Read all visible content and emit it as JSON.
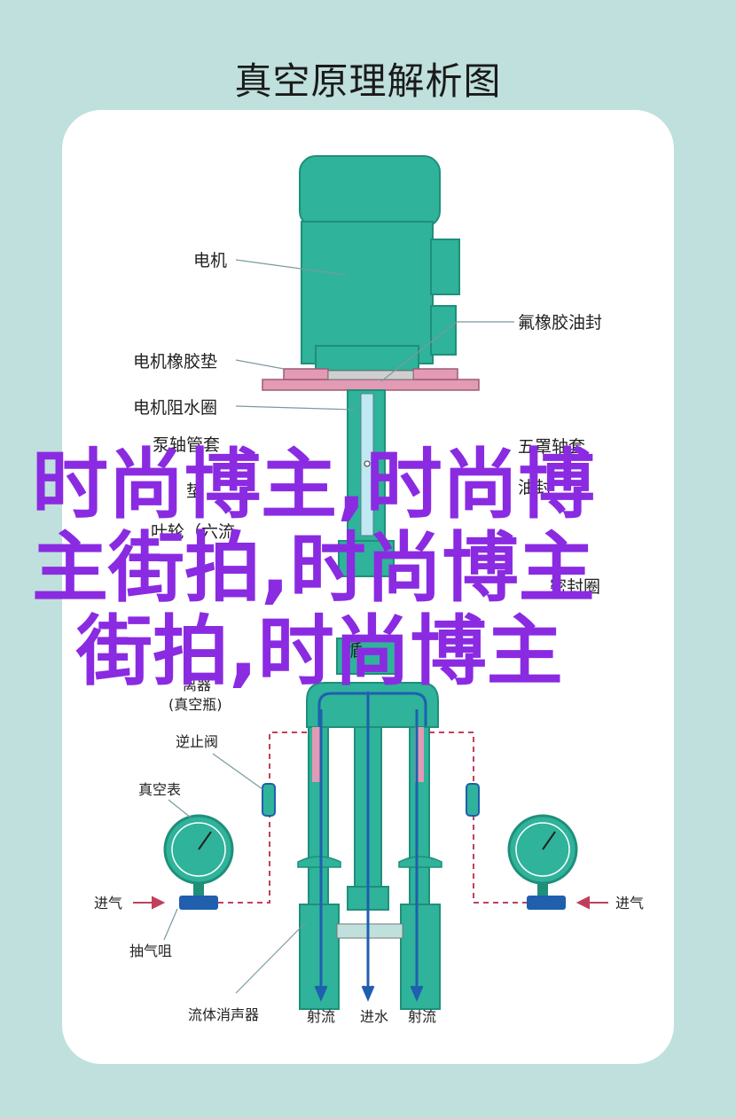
{
  "title": "真空原理解析图",
  "labels": {
    "motor": "电机",
    "fluoro_seal": "氟橡胶油封",
    "motor_gasket": "电机橡胶垫",
    "motor_water_ring": "电机阻水圈",
    "pump_shaft_sleeve": "泵轴管套",
    "gasket": "垫",
    "impeller": "叶轮（六流",
    "five_shaft": "五罩轴套",
    "oil_seal": "油封",
    "seal_ring": "密封圈",
    "circulating": "循",
    "separator_line1": "离器",
    "separator_line2": "(真空瓶)",
    "check_valve": "逆止阀",
    "vacuum_gauge": "真空表",
    "inlet_left": "进气",
    "inlet_right": "进气",
    "air_damper": "抽气咀",
    "fluid_muffler": "流体消声器",
    "jet_left": "射流",
    "water_in": "进水",
    "jet_right": "射流"
  },
  "overlay_lines": [
    "时尚博主,时尚博",
    "主街拍,时尚博主",
    "街拍,时尚博主"
  ],
  "colors": {
    "background": "#bfe0dc",
    "card": "#ffffff",
    "teal": "#2fb39a",
    "teal_dark": "#1f8f7a",
    "blue": "#1f5fae",
    "pink": "#e39ab4",
    "overlay": "#8a2be2"
  }
}
